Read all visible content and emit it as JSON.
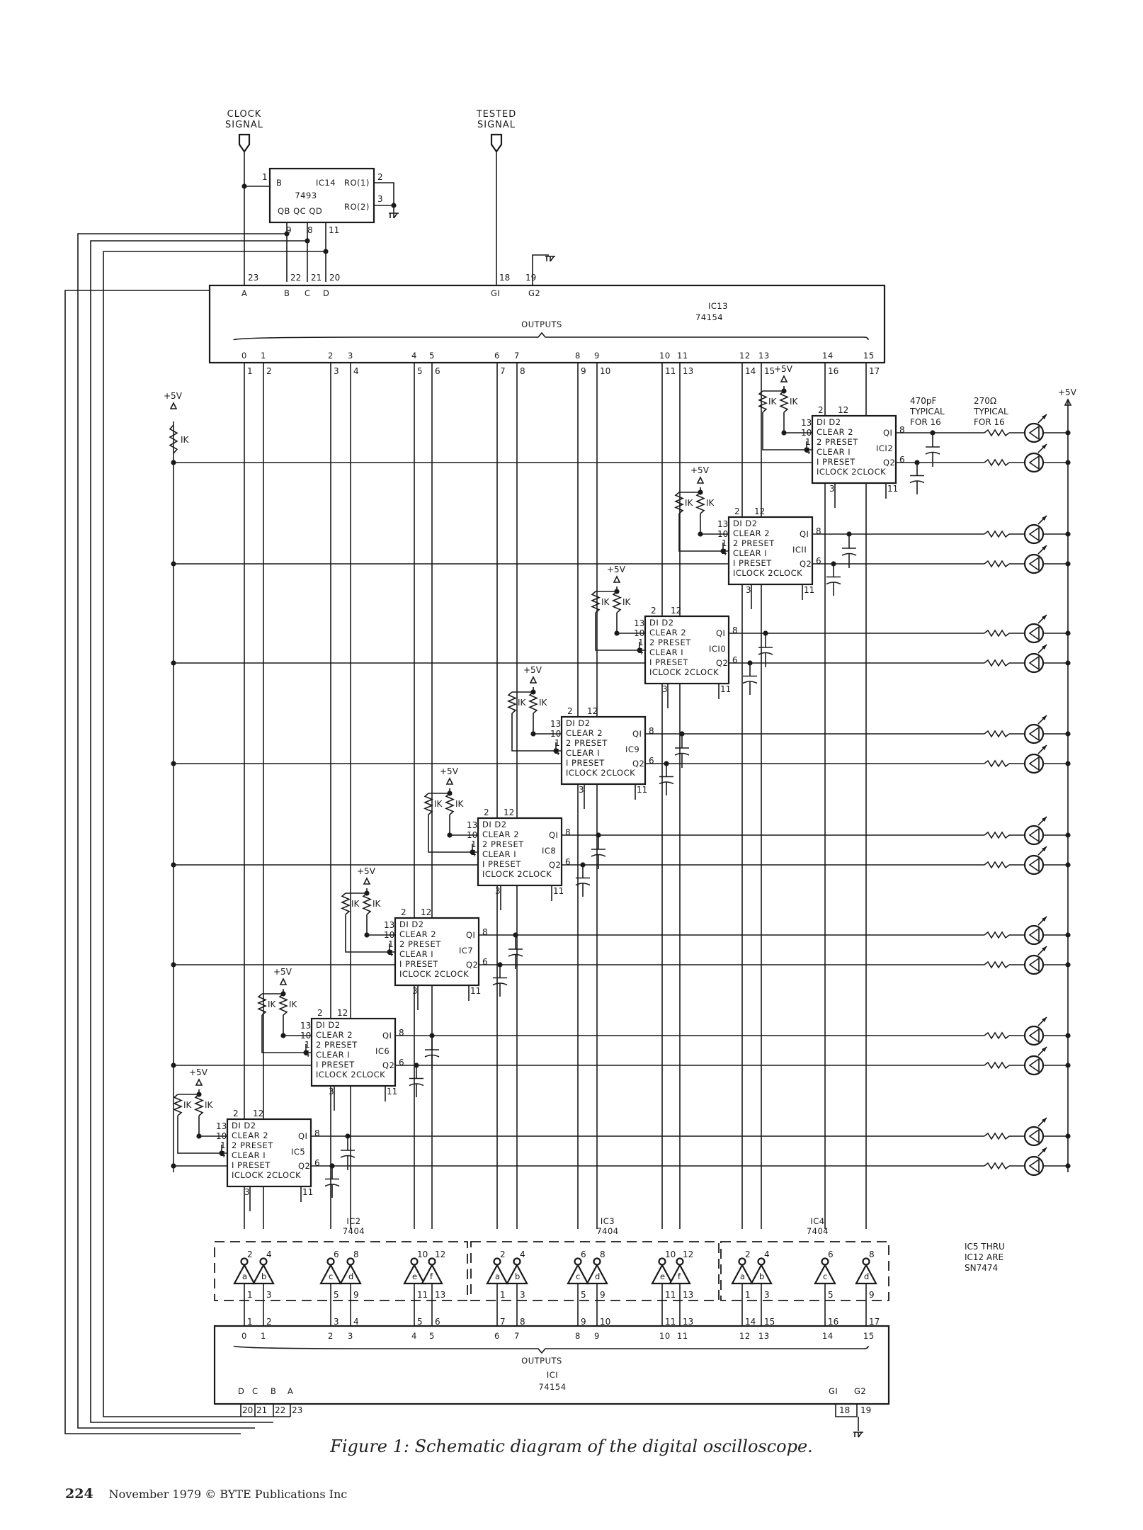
{
  "labels": {
    "clock_signal": [
      "CLOCK",
      "SIGNAL"
    ],
    "tested_signal": [
      "TESTED",
      "SIGNAL"
    ],
    "plus5v": "+5V",
    "one_k": "IK",
    "outputs": "OUTPUTS",
    "cap_note": [
      "470pF",
      "TYPICAL",
      "FOR 16"
    ],
    "res_note": [
      "270Ω",
      "TYPICAL",
      "FOR 16"
    ],
    "side_note": [
      "IC5 THRU",
      "IC12 ARE",
      "SN7474"
    ]
  },
  "ic14": {
    "name": "IC14",
    "part": "7493",
    "pins": {
      "B": "B",
      "ro1": "R",
      "ro1sub": "O(1)",
      "ro2": "R",
      "ro2sub": "O(2)",
      "qb": "QB",
      "qc": "QC",
      "qd": "QD"
    },
    "pin_numbers": [
      "1",
      "2",
      "3",
      "9",
      "8",
      "11"
    ]
  },
  "ic13": {
    "name": "IC13",
    "part": "74154",
    "address_labels": [
      "A",
      "B",
      "C",
      "D"
    ],
    "address_pins": [
      "23",
      "22",
      "21",
      "20"
    ],
    "gate_labels": [
      "GI",
      "G2"
    ],
    "gate_pins": [
      "18",
      "19"
    ],
    "output_labels": [
      "0",
      "1",
      "2",
      "3",
      "4",
      "5",
      "6",
      "7",
      "8",
      "9",
      "10",
      "11",
      "12",
      "13",
      "14",
      "15"
    ],
    "output_pins": [
      "1",
      "2",
      "3",
      "4",
      "5",
      "6",
      "7",
      "8",
      "9",
      "10",
      "11",
      "13",
      "14",
      "15",
      "16",
      "17"
    ]
  },
  "ic1": {
    "name": "ICI",
    "part": "74154",
    "address_labels": [
      "D",
      "C",
      "B",
      "A"
    ],
    "address_pins": [
      "20",
      "21",
      "22",
      "23"
    ],
    "gate_labels": [
      "GI",
      "G2"
    ],
    "gate_pins": [
      "18",
      "19"
    ],
    "output_labels": [
      "0",
      "1",
      "2",
      "3",
      "4",
      "5",
      "6",
      "7",
      "8",
      "9",
      "10",
      "11",
      "12",
      "13",
      "14",
      "15"
    ],
    "output_pins": [
      "1",
      "2",
      "3",
      "4",
      "5",
      "6",
      "7",
      "8",
      "9",
      "10",
      "11",
      "13",
      "14",
      "15",
      "16",
      "17"
    ]
  },
  "flipflops": {
    "names": [
      "IC5",
      "IC6",
      "IC7",
      "IC8",
      "IC9",
      "ICI0",
      "ICII",
      "ICI2"
    ],
    "lines": [
      "DI  D2",
      "CLEAR 2",
      "2 PRESET",
      "CLEAR I",
      "I PRESET",
      "ICLOCK 2CLOCK"
    ],
    "q1": "QI",
    "q2": "Q2",
    "pins": [
      "2",
      "12",
      "13",
      "10",
      "1",
      "4",
      "8",
      "6",
      "3",
      "11"
    ]
  },
  "inverters": {
    "groups": [
      {
        "name": "IC2",
        "part": "7404"
      },
      {
        "name": "IC3",
        "part": "7404"
      },
      {
        "name": "IC4",
        "part": "7404"
      }
    ],
    "letters": [
      "a",
      "b",
      "c",
      "d",
      "e",
      "f",
      "a",
      "b",
      "c",
      "d",
      "e",
      "f",
      "a",
      "b",
      "c",
      "d"
    ],
    "top_pins": [
      "2",
      "4",
      "6",
      "8",
      "10",
      "12",
      "2",
      "4",
      "6",
      "8",
      "10",
      "12",
      "2",
      "4",
      "6",
      "8"
    ],
    "bottom_pins": [
      "1",
      "3",
      "5",
      "9",
      "11",
      "13",
      "1",
      "3",
      "5",
      "9",
      "11",
      "13",
      "1",
      "3",
      "5",
      "9"
    ]
  },
  "caption": "Figure 1: Schematic diagram of the digital oscilloscope.",
  "footer": {
    "page": "224",
    "text": "November 1979 © BYTE Publications Inc"
  }
}
